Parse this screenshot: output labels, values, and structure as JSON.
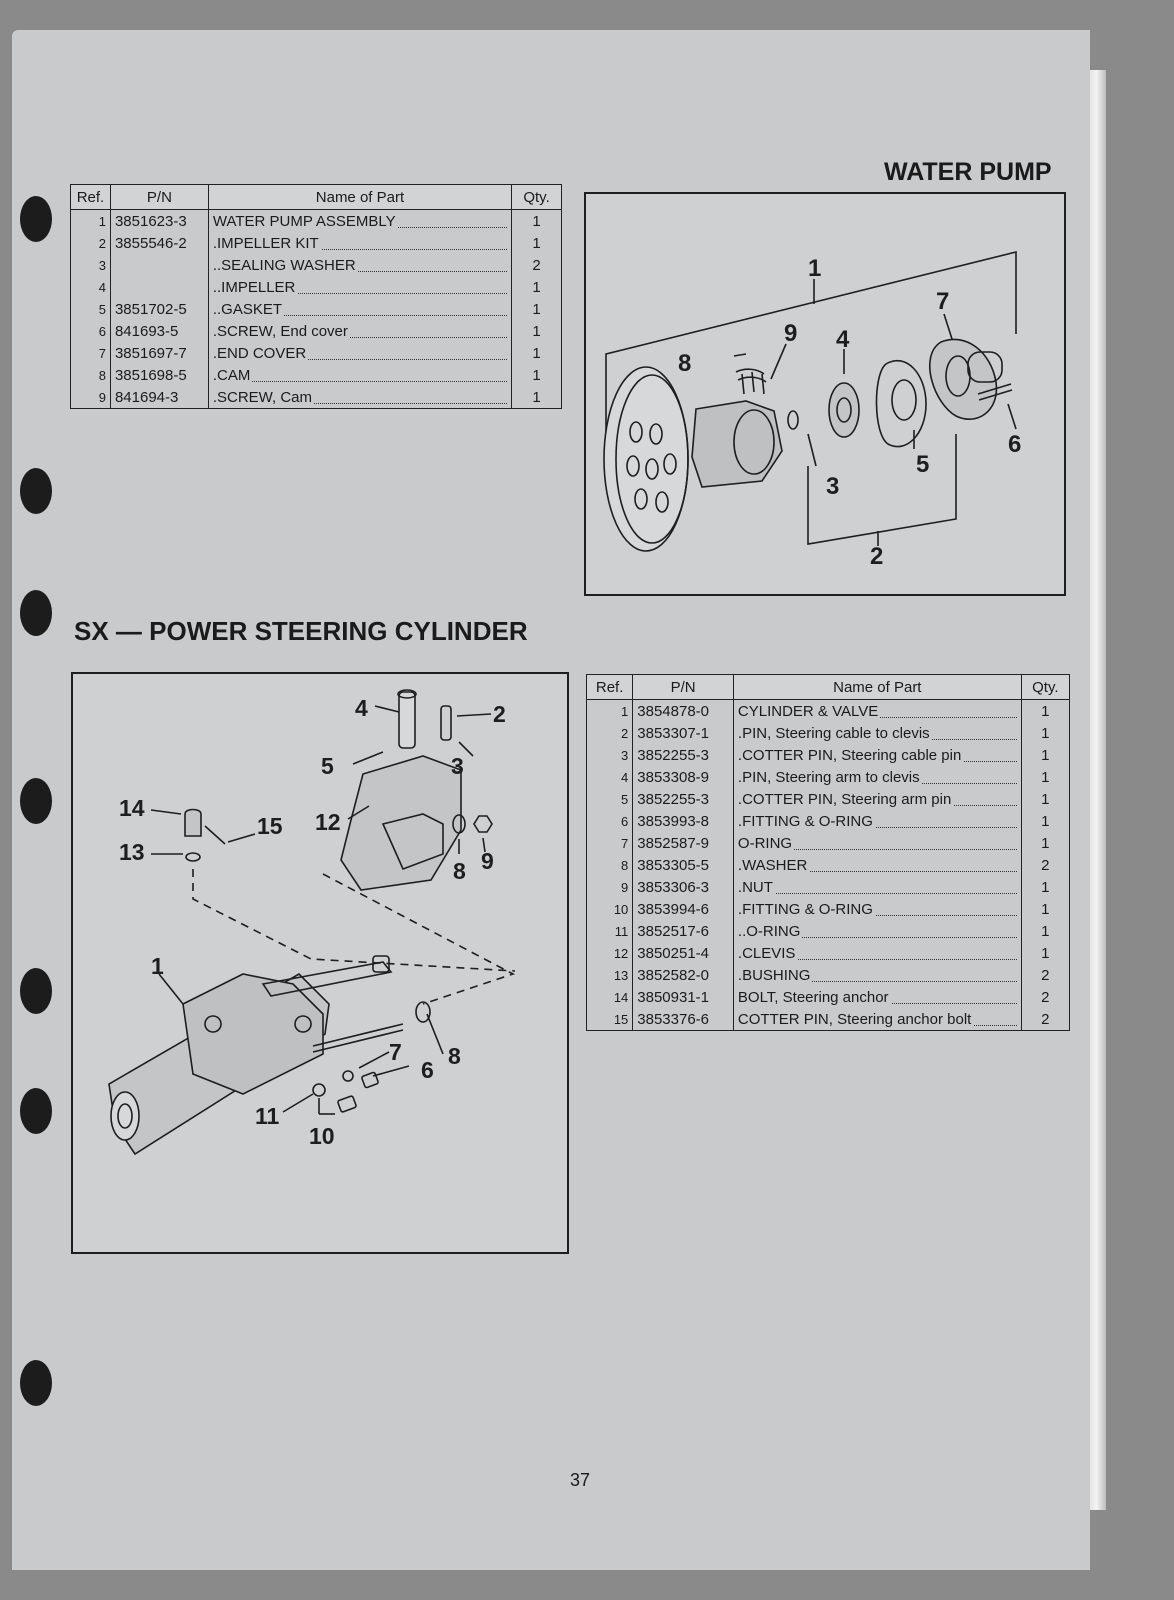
{
  "water_pump": {
    "title": "WATER PUMP",
    "headers": {
      "ref": "Ref.",
      "pn": "P/N",
      "name": "Name of Part",
      "qty": "Qty."
    },
    "rows": [
      {
        "ref": "1",
        "pn": "3851623-3",
        "name": "WATER PUMP ASSEMBLY",
        "qty": "1"
      },
      {
        "ref": "2",
        "pn": "3855546-2",
        "name": ".IMPELLER KIT",
        "qty": "1"
      },
      {
        "ref": "3",
        "pn": "",
        "name": "..SEALING WASHER",
        "qty": "2"
      },
      {
        "ref": "4",
        "pn": "",
        "name": "..IMPELLER",
        "qty": "1"
      },
      {
        "ref": "5",
        "pn": "3851702-5",
        "name": "..GASKET",
        "qty": "1"
      },
      {
        "ref": "6",
        "pn": "841693-5",
        "name": ".SCREW, End cover",
        "qty": "1"
      },
      {
        "ref": "7",
        "pn": "3851697-7",
        "name": ".END COVER",
        "qty": "1"
      },
      {
        "ref": "8",
        "pn": "3851698-5",
        "name": ".CAM",
        "qty": "1"
      },
      {
        "ref": "9",
        "pn": "841694-3",
        "name": ".SCREW, Cam",
        "qty": "1"
      }
    ],
    "callouts": [
      "1",
      "2",
      "3",
      "4",
      "5",
      "6",
      "7",
      "8",
      "9"
    ]
  },
  "steering": {
    "title": "SX — POWER STEERING CYLINDER",
    "headers": {
      "ref": "Ref.",
      "pn": "P/N",
      "name": "Name of Part",
      "qty": "Qty."
    },
    "rows": [
      {
        "ref": "1",
        "pn": "3854878-0",
        "name": "CYLINDER & VALVE",
        "qty": "1"
      },
      {
        "ref": "2",
        "pn": "3853307-1",
        "name": ".PIN, Steering cable to clevis",
        "qty": "1"
      },
      {
        "ref": "3",
        "pn": "3852255-3",
        "name": ".COTTER PIN, Steering cable pin",
        "qty": "1"
      },
      {
        "ref": "4",
        "pn": "3853308-9",
        "name": ".PIN, Steering arm to clevis",
        "qty": "1"
      },
      {
        "ref": "5",
        "pn": "3852255-3",
        "name": ".COTTER PIN, Steering arm pin",
        "qty": "1"
      },
      {
        "ref": "6",
        "pn": "3853993-8",
        "name": ".FITTING & O-RING",
        "qty": "1"
      },
      {
        "ref": "7",
        "pn": "3852587-9",
        "name": "O-RING",
        "qty": "1"
      },
      {
        "ref": "8",
        "pn": "3853305-5",
        "name": ".WASHER",
        "qty": "2"
      },
      {
        "ref": "9",
        "pn": "3853306-3",
        "name": ".NUT",
        "qty": "1"
      },
      {
        "ref": "10",
        "pn": "3853994-6",
        "name": ".FITTING & O-RING",
        "qty": "1"
      },
      {
        "ref": "11",
        "pn": "3852517-6",
        "name": "..O-RING",
        "qty": "1"
      },
      {
        "ref": "12",
        "pn": "3850251-4",
        "name": ".CLEVIS",
        "qty": "1"
      },
      {
        "ref": "13",
        "pn": "3852582-0",
        "name": ".BUSHING",
        "qty": "2"
      },
      {
        "ref": "14",
        "pn": "3850931-1",
        "name": "BOLT, Steering anchor",
        "qty": "2"
      },
      {
        "ref": "15",
        "pn": "3853376-6",
        "name": "COTTER PIN, Steering anchor bolt",
        "qty": "2"
      }
    ],
    "callouts": [
      "1",
      "2",
      "3",
      "4",
      "5",
      "6",
      "7",
      "8",
      "8",
      "9",
      "10",
      "11",
      "12",
      "13",
      "14",
      "15"
    ]
  },
  "page_number": "37"
}
